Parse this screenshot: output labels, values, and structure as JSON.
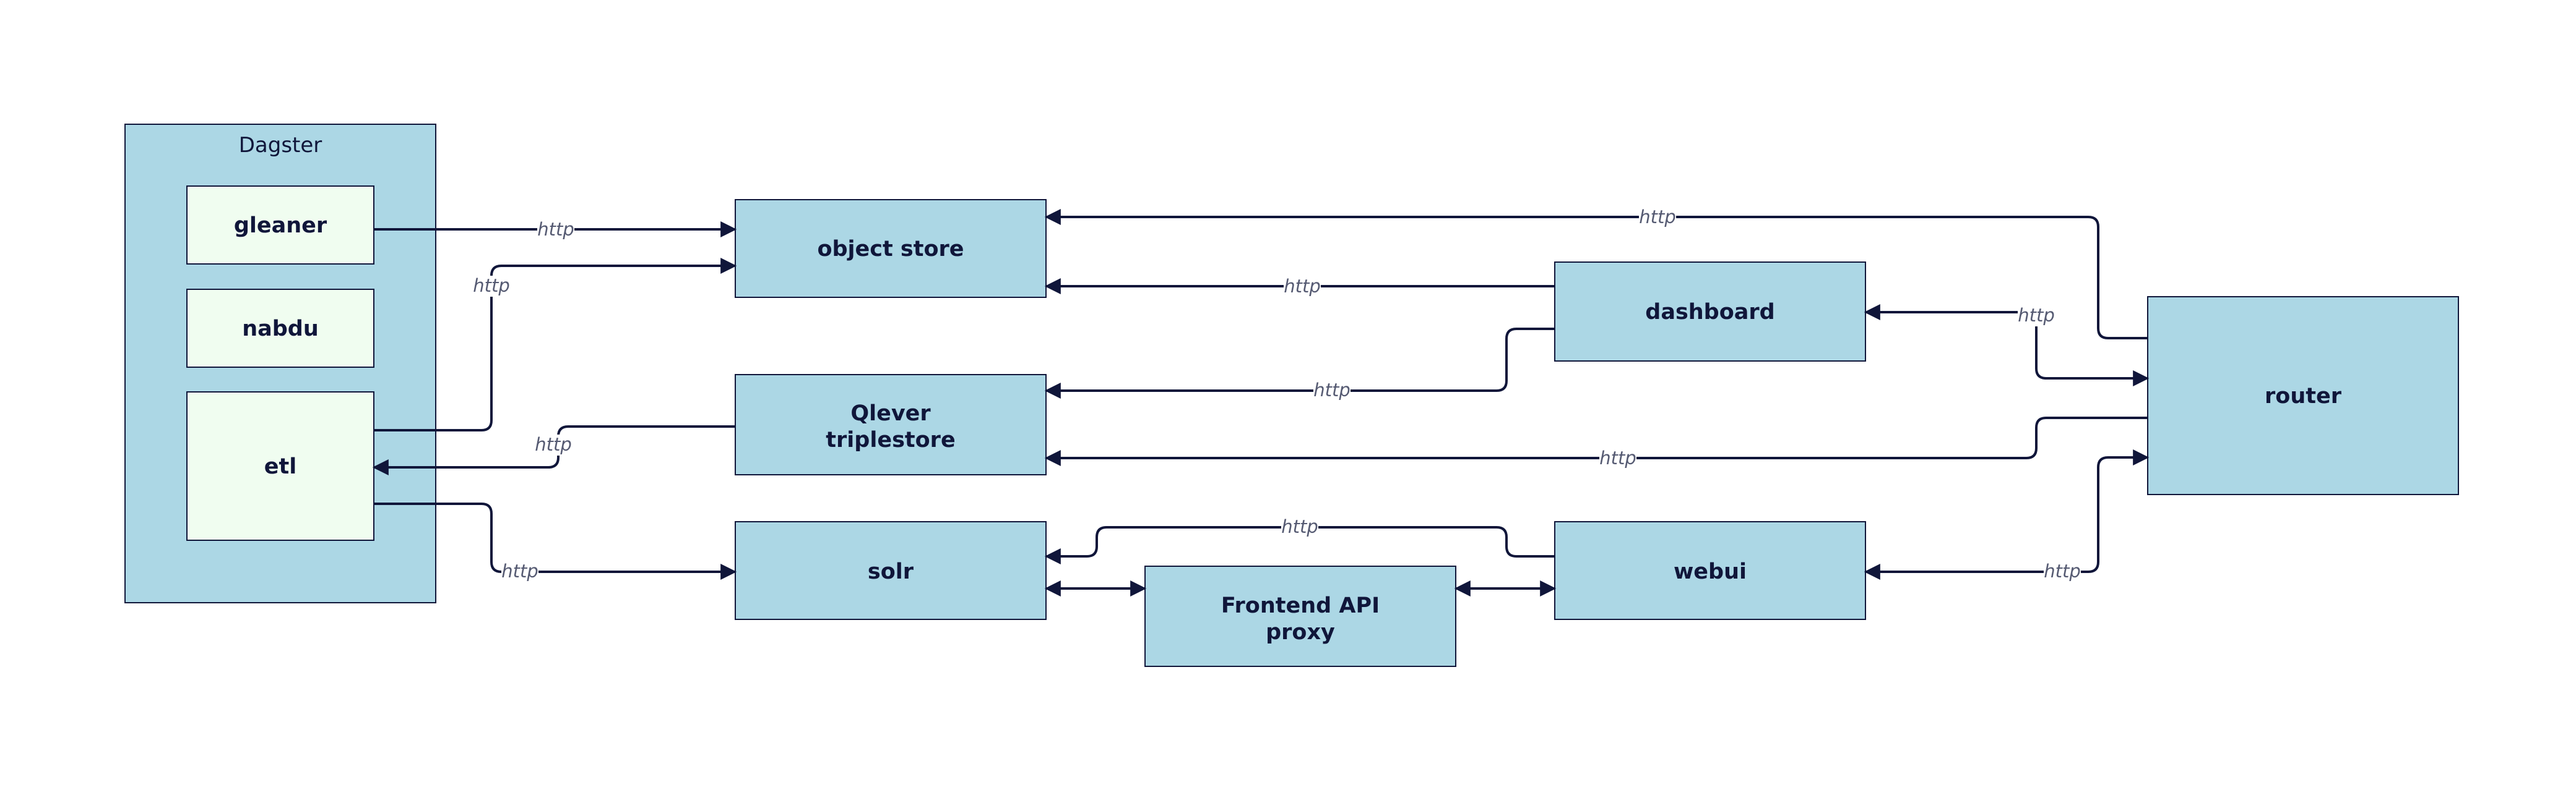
{
  "colors": {
    "box_fill": "#acd7e5",
    "inner_fill": "#f0fdf0",
    "stroke": "#10163a",
    "label": "#555a72",
    "background": "#ffffff"
  },
  "group": {
    "dagster": "Dagster"
  },
  "nodes": {
    "gleaner": "gleaner",
    "nabdu": "nabdu",
    "etl": "etl",
    "object_store": "object store",
    "qlever": [
      "Qlever",
      "triplestore"
    ],
    "solr": "solr",
    "frontend_api": [
      "Frontend API",
      "proxy"
    ],
    "dashboard": "dashboard",
    "webui": "webui",
    "router": "router"
  },
  "edge_labels": {
    "gleaner_object_store": "http",
    "etl_object_store": "http",
    "qlever_etl": "http",
    "etl_solr": "http",
    "router_object_store": "http",
    "dashboard_object_store": "http",
    "dashboard_qlever": "http",
    "dashboard_router": "http",
    "router_qlever": "http",
    "webui_solr": "http",
    "webui_router": "http"
  }
}
